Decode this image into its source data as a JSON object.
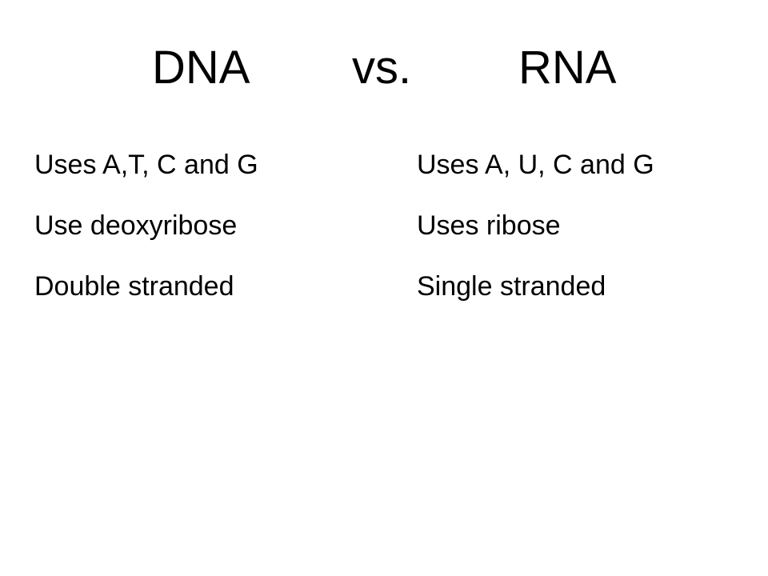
{
  "title": {
    "left": "DNA",
    "middle": "vs.",
    "right": "RNA"
  },
  "dna_points": [
    "Uses A,T, C and G",
    "Use deoxyribose",
    "Double stranded"
  ],
  "rna_points": [
    "Uses A, U, C and G",
    "Uses ribose",
    "Single stranded"
  ]
}
